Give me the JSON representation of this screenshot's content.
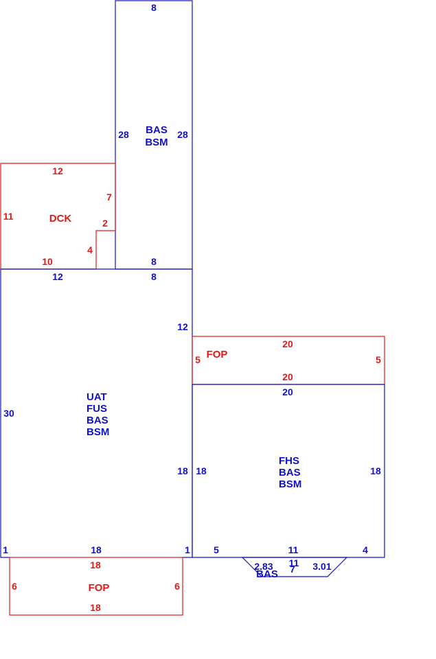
{
  "colors": {
    "living": "#1010c8",
    "exterior": "#e01818"
  },
  "areas": {
    "upper_wing": {
      "codes": [
        "BAS",
        "BSM"
      ],
      "dims": {
        "top": "8",
        "left": "28",
        "right": "28",
        "bottom": "8"
      }
    },
    "deck": {
      "codes": [
        "DCK"
      ],
      "dims": {
        "top": "12",
        "left": "11",
        "right": "7",
        "notch_top": "2",
        "notch_side": "4",
        "bottom": "10"
      }
    },
    "main": {
      "codes": [
        "UAT",
        "FUS",
        "BAS",
        "BSM"
      ],
      "dims": {
        "top_left": "12",
        "top_right": "8",
        "left": "30",
        "right_upper": "12",
        "right_lower": "18",
        "bottom": "18",
        "bottom_left_jog": "1",
        "bottom_right_jog": "1"
      }
    },
    "front_porch": {
      "codes": [
        "FOP"
      ],
      "dims": {
        "top": "20",
        "left": "5",
        "right": "5",
        "bottom": "20"
      }
    },
    "wing": {
      "codes": [
        "FHS",
        "BAS",
        "BSM"
      ],
      "dims": {
        "top": "20",
        "left": "18",
        "right": "18",
        "bottom_left": "5",
        "bottom_mid": "11",
        "bottom_right": "4"
      }
    },
    "bay": {
      "codes": [
        "BAS"
      ],
      "dims": {
        "left_angle": "2.83",
        "top": "11",
        "bottom": "7",
        "right_angle": "3.01"
      }
    },
    "rear_porch": {
      "codes": [
        "FOP"
      ],
      "dims": {
        "top": "18",
        "left": "6",
        "right": "6",
        "bottom": "18"
      }
    }
  }
}
